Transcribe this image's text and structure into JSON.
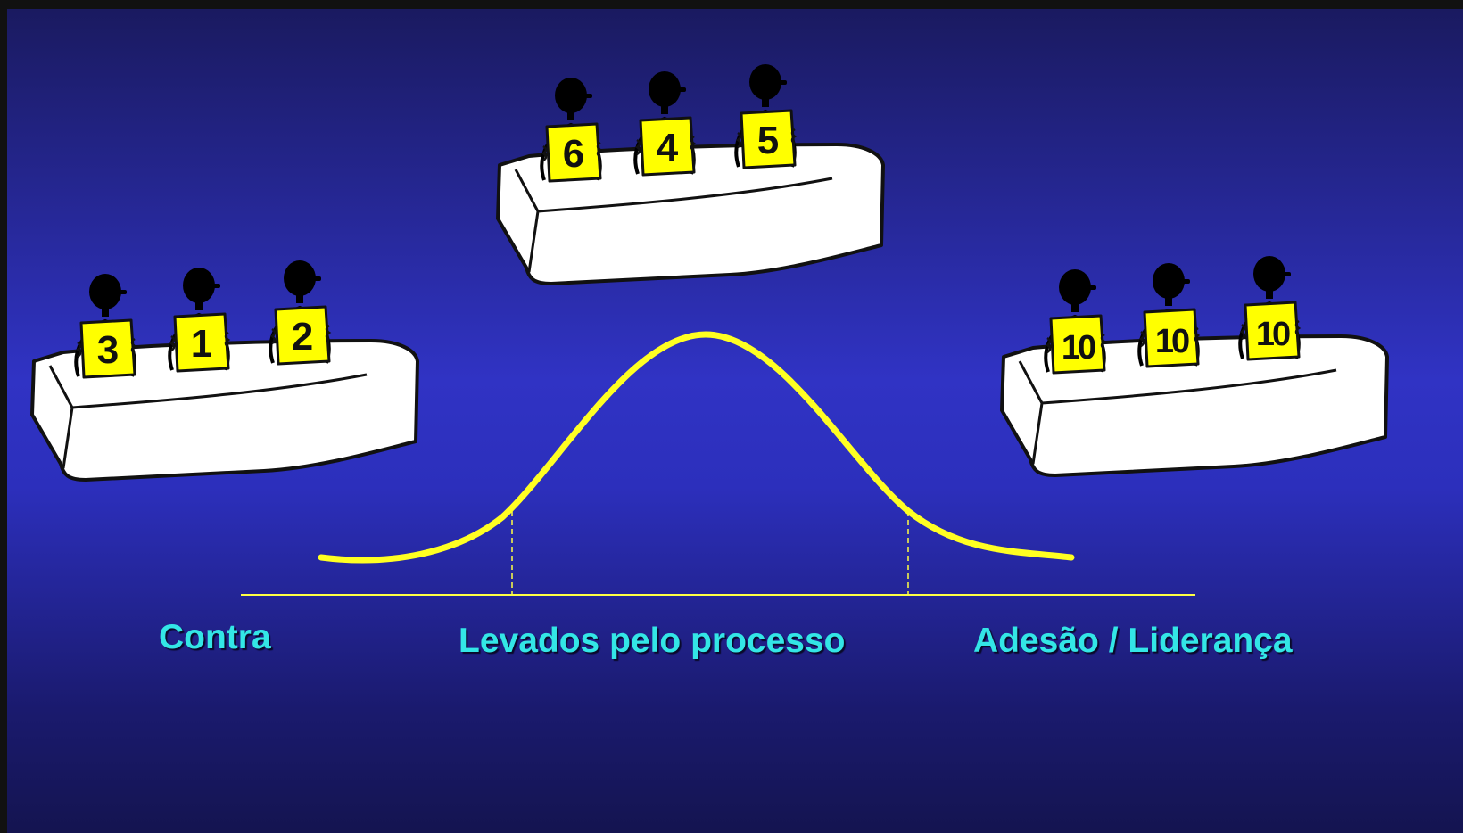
{
  "colors": {
    "background_center": "#3033c4",
    "background_edge": "#141450",
    "curve": "#ffff22",
    "baseline": "#ffff44",
    "label_text": "#33e6e6",
    "sign": "#ffff00",
    "desk": "#ffffff"
  },
  "groups": {
    "left": {
      "scores": [
        "3",
        "1",
        "2"
      ]
    },
    "center": {
      "scores": [
        "6",
        "4",
        "5"
      ]
    },
    "right": {
      "scores": [
        "10",
        "10",
        "10"
      ]
    }
  },
  "labels": {
    "contra": "Contra",
    "levados": "Levados pelo processo",
    "adesao": "Adesão / Liderança"
  }
}
